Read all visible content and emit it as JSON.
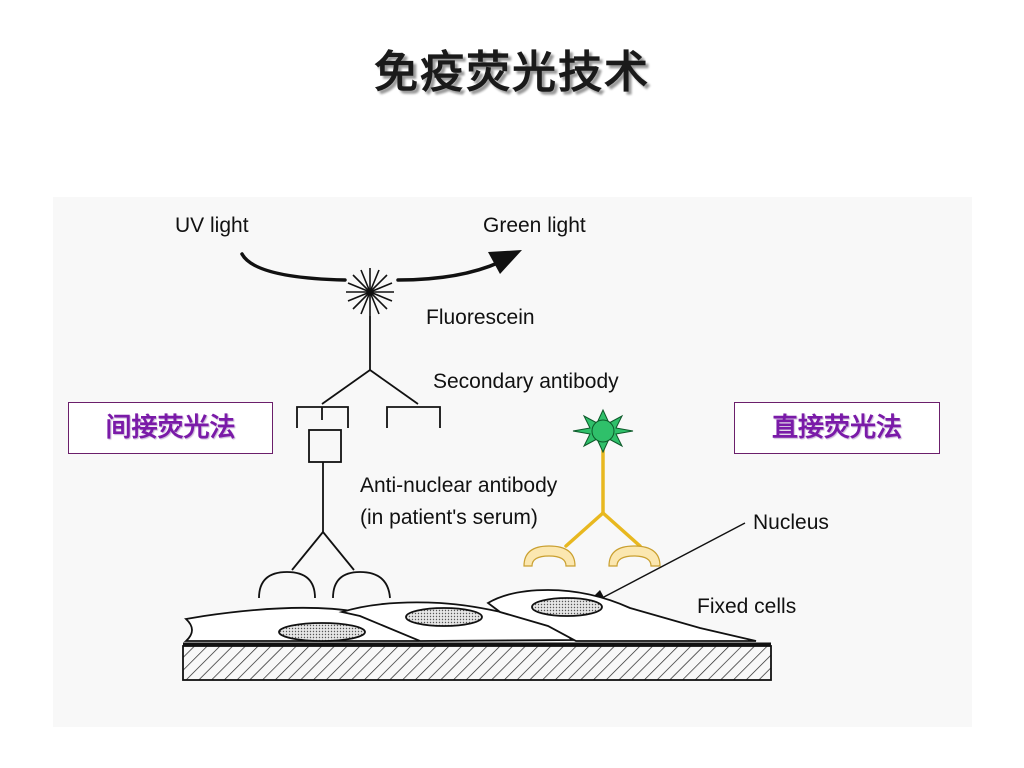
{
  "slide": {
    "title": "免疫荧光技术"
  },
  "diagram": {
    "labels": {
      "uv_light": "UV light",
      "green_light": "Green light",
      "fluorescein": "Fluorescein",
      "secondary_antibody": "Secondary antibody",
      "anti_nuclear_line1": "Anti-nuclear antibody",
      "anti_nuclear_line2": "(in patient's serum)",
      "nucleus": "Nucleus",
      "fixed_cells": "Fixed cells"
    },
    "methods": {
      "indirect": "间接荧光法",
      "direct": "直接荧光法"
    },
    "colors": {
      "direct_antibody": "#e8b820",
      "direct_fluorophore": "#2fc06a",
      "method_text": "#7a1aa8",
      "method_border": "#6b1f6b"
    }
  }
}
